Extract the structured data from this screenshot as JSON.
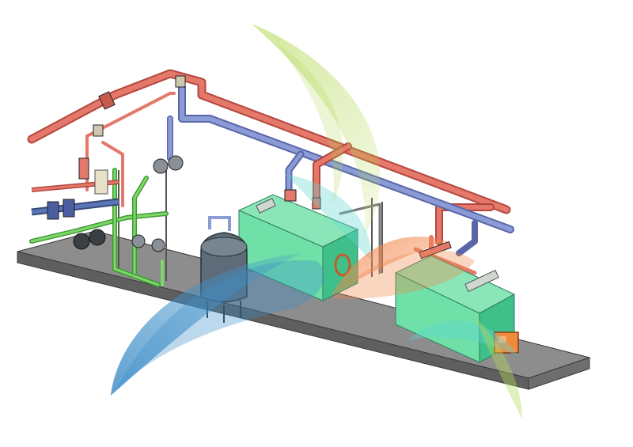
{
  "colors": {
    "background": "#ffffff",
    "floor_top": "#8d8d8d",
    "floor_front": "#5f5f5f",
    "floor_side": "#6e6e6e",
    "supply_pipe": "#e4786a",
    "supply_pipe_dark": "#b4463e",
    "return_pipe": "#8a9bd6",
    "return_pipe_dark": "#5a66a8",
    "green_pipe": "#7ed86a",
    "boiler_green": "#6fe0a8",
    "boiler_green_side": "#3fbf8a",
    "boiler_cyan": "#5fd6c4",
    "vessel": "#5d6c78",
    "pump": "#8a9096",
    "burner": "#f08a3c",
    "logo_blue": "#3f8fc9",
    "logo_green": "#b5d957",
    "logo_orange": "#f2864a",
    "logo_cyan": "#5fd6d2"
  },
  "scene": {
    "components": [
      "floor-slab",
      "main-supply-header",
      "main-return-header",
      "boiler-1",
      "boiler-2",
      "expansion-vessel",
      "circulation-pumps",
      "burner",
      "manifold"
    ]
  },
  "logo": {
    "shapes": [
      "leaf-blue",
      "leaf-green",
      "leaf-orange",
      "leaf-cyan"
    ]
  }
}
